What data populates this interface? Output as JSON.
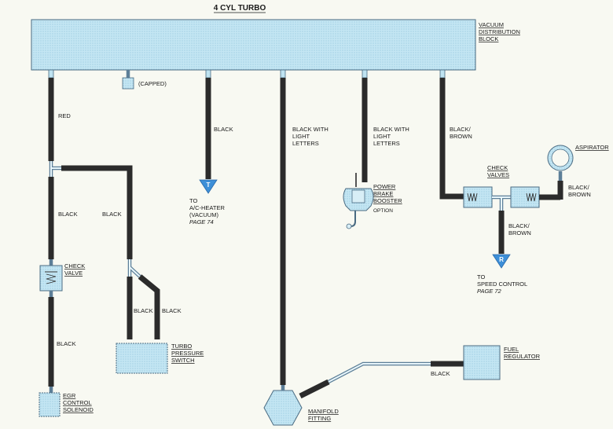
{
  "title": "4 CYL TURBO",
  "block": {
    "label": [
      "VACUUM",
      "DISTRIBUTION",
      "BLOCK"
    ]
  },
  "capped": "(CAPPED)",
  "hoses": {
    "red": "RED",
    "black_left": "BLACK",
    "black_mid": "BLACK",
    "black_egr": "BLACK",
    "black_turbo_a": "BLACK",
    "black_turbo_b": "BLACK",
    "black_ac": "BLACK",
    "black_manifold": [
      "BLACK WITH",
      "LIGHT",
      "LETTERS"
    ],
    "black_brake": [
      "BLACK WITH",
      "LIGHT",
      "LETTERS"
    ],
    "black_brown_top": [
      "BLACK/",
      "BROWN"
    ],
    "black_brown_right": [
      "BLACK/",
      "BROWN"
    ],
    "black_brown_down": [
      "BLACK/",
      "BROWN"
    ],
    "black_regulator": "BLACK"
  },
  "components": {
    "check_valve": [
      "CHECK",
      "VALVE"
    ],
    "egr_solenoid": [
      "EGR",
      "CONTROL",
      "SOLENOID"
    ],
    "turbo_switch": [
      "TURBO",
      "PRESSURE",
      "SWITCH"
    ],
    "brake_booster": [
      "POWER",
      "BRAKE",
      "BOOSTER"
    ],
    "brake_option": "OPTION",
    "check_valves": [
      "CHECK",
      "VALVES"
    ],
    "aspirator": "ASPIRATOR",
    "fuel_regulator": [
      "FUEL",
      "REGULATOR"
    ],
    "manifold_fitting": [
      "MANIFOLD",
      "FITTING"
    ]
  },
  "connectors": {
    "ac": {
      "marker": "T",
      "lines": [
        "TO",
        "A/C-HEATER",
        "(VACUUM)"
      ],
      "page": "PAGE 74"
    },
    "speed": {
      "marker": "R",
      "lines": [
        "TO",
        "SPEED CONTROL"
      ],
      "page": "PAGE 72"
    }
  },
  "colors": {
    "fill": "#bfe3f1",
    "hose": "#2b2b2b",
    "marker": "#3d8fd8",
    "outline": "#4a6b82"
  }
}
